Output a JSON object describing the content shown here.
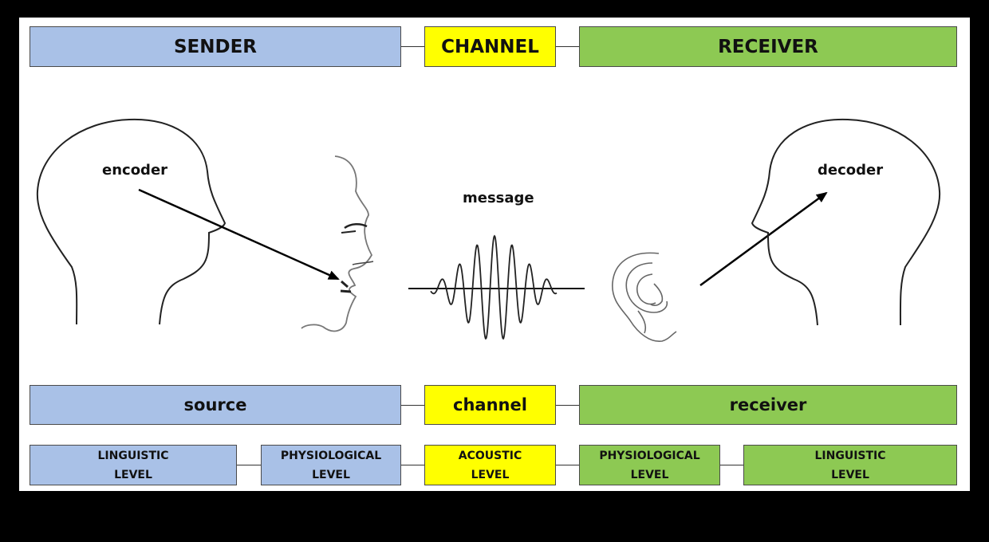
{
  "top_row": {
    "sender": "SENDER",
    "channel": "CHANNEL",
    "receiver": "RECEIVER"
  },
  "labels": {
    "encoder": "encoder",
    "message": "message",
    "decoder": "decoder"
  },
  "middle_row": {
    "source": "source",
    "channel": "channel",
    "receiver": "receiver"
  },
  "levels": {
    "sender_linguistic": [
      "LINGUISTIC",
      "LEVEL"
    ],
    "sender_physiological": [
      "PHYSIOLOGICAL",
      "LEVEL"
    ],
    "acoustic": [
      "ACOUSTIC",
      "LEVEL"
    ],
    "receiver_physiological": [
      "PHYSIOLOGICAL",
      "LEVEL"
    ],
    "receiver_linguistic": [
      "LINGUISTIC",
      "LEVEL"
    ]
  },
  "colors": {
    "sender": "#a9c1e7",
    "channel": "#ffff00",
    "receiver": "#8dc953"
  },
  "icons": [
    "sender-head-icon",
    "mouth-profile-icon",
    "sound-wave-icon",
    "ear-icon",
    "receiver-head-icon"
  ]
}
